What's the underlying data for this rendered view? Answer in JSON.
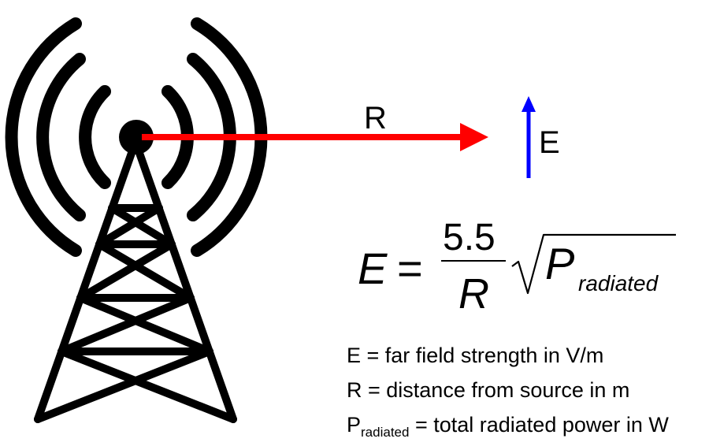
{
  "diagram": {
    "label_r": "R",
    "label_e": "E",
    "colors": {
      "arrow_r": "#ff0000",
      "arrow_e": "#0000ff",
      "tower": "#000000"
    },
    "icons": [
      "antenna-tower-icon",
      "radio-wave-icon"
    ]
  },
  "formula": {
    "lhs": "E",
    "equals": "=",
    "numerator": "5.5",
    "denominator": "R",
    "radicand_main": "P",
    "radicand_sub": "radiated"
  },
  "legend": [
    {
      "symbol": "E",
      "sub": "",
      "text": " = far field strength in V/m"
    },
    {
      "symbol": "R",
      "sub": "",
      "text": " = distance from source in m"
    },
    {
      "symbol": "P",
      "sub": "radiated",
      "text": " = total radiated power in W"
    }
  ]
}
